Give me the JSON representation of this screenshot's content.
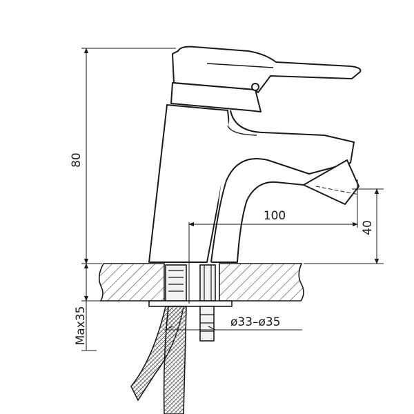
{
  "dimensions": {
    "height": "80",
    "reach": "100",
    "spout_height": "40",
    "max_thickness": "Max35",
    "hole_diameter": "ø33–ø35"
  },
  "colors": {
    "line": "#1a1a1a",
    "hatch": "#333333",
    "background": "#ffffff"
  }
}
